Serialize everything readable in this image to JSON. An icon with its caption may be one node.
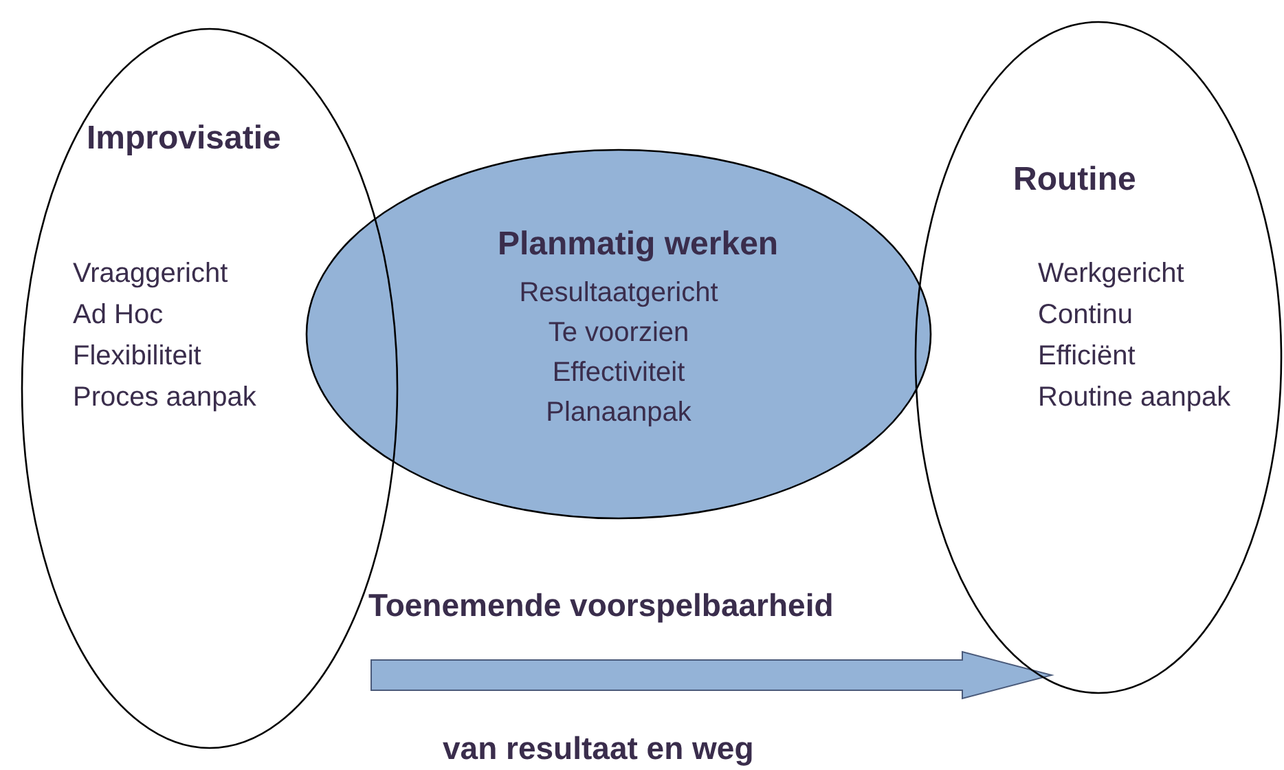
{
  "diagram": {
    "nodes": [
      {
        "text": [
          "Improvisatie",
          "Vraaggericht",
          "Ad Hoc",
          "Flexibiliteit",
          "Proces aanpak"
        ]
      },
      {
        "text": [
          "Planmatig werken",
          "Resultaatgericht",
          "Te voorzien",
          "Effectiviteit",
          "Planaanpak"
        ]
      },
      {
        "text": [
          "Routine",
          "Werkgericht",
          "Continu",
          "Efficiënt",
          "Routine aanpak"
        ]
      }
    ],
    "edges": [],
    "labels": [
      "Toenemende voorspelbaarheid",
      "van resultaat en weg"
    ]
  }
}
